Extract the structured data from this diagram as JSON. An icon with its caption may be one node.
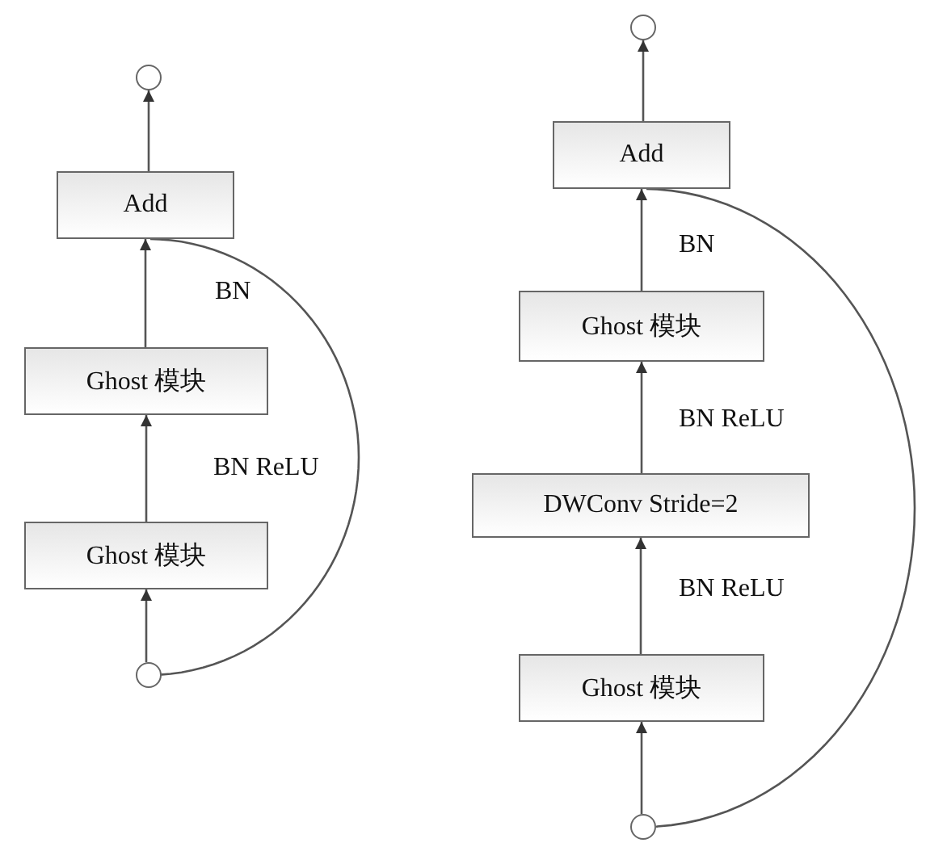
{
  "diagram": {
    "nodes": [
      {
        "text": [],
        "shape": "circle"
      },
      {
        "text": [
          "Add"
        ]
      },
      {
        "text": [
          "Ghost 模块"
        ]
      },
      {
        "text": [
          "Ghost 模块"
        ]
      },
      {
        "text": [],
        "shape": "circle"
      },
      {
        "text": [],
        "shape": "circle"
      },
      {
        "text": [
          "Add"
        ]
      },
      {
        "text": [
          "Ghost 模块"
        ]
      },
      {
        "text": [
          "DWConv Stride=2"
        ]
      },
      {
        "text": [
          "Ghost 模块"
        ]
      },
      {
        "text": [],
        "shape": "circle"
      }
    ],
    "edges": [
      {
        "from": 4,
        "to": 3,
        "arrow": "to"
      },
      {
        "from": 3,
        "to": 2,
        "arrow": "to"
      },
      {
        "from": 2,
        "to": 1,
        "arrow": "to"
      },
      {
        "from": 1,
        "to": 0,
        "arrow": "to"
      },
      {
        "from": 4,
        "to": 1,
        "arrow": "none"
      },
      {
        "from": 10,
        "to": 9,
        "arrow": "to"
      },
      {
        "from": 9,
        "to": 8,
        "arrow": "to"
      },
      {
        "from": 8,
        "to": 7,
        "arrow": "to"
      },
      {
        "from": 7,
        "to": 6,
        "arrow": "to"
      },
      {
        "from": 6,
        "to": 5,
        "arrow": "to"
      },
      {
        "from": 10,
        "to": 6,
        "arrow": "none"
      }
    ],
    "labels": [
      "BN",
      "BN ReLU",
      "BN",
      "BN ReLU",
      "BN ReLU"
    ]
  }
}
